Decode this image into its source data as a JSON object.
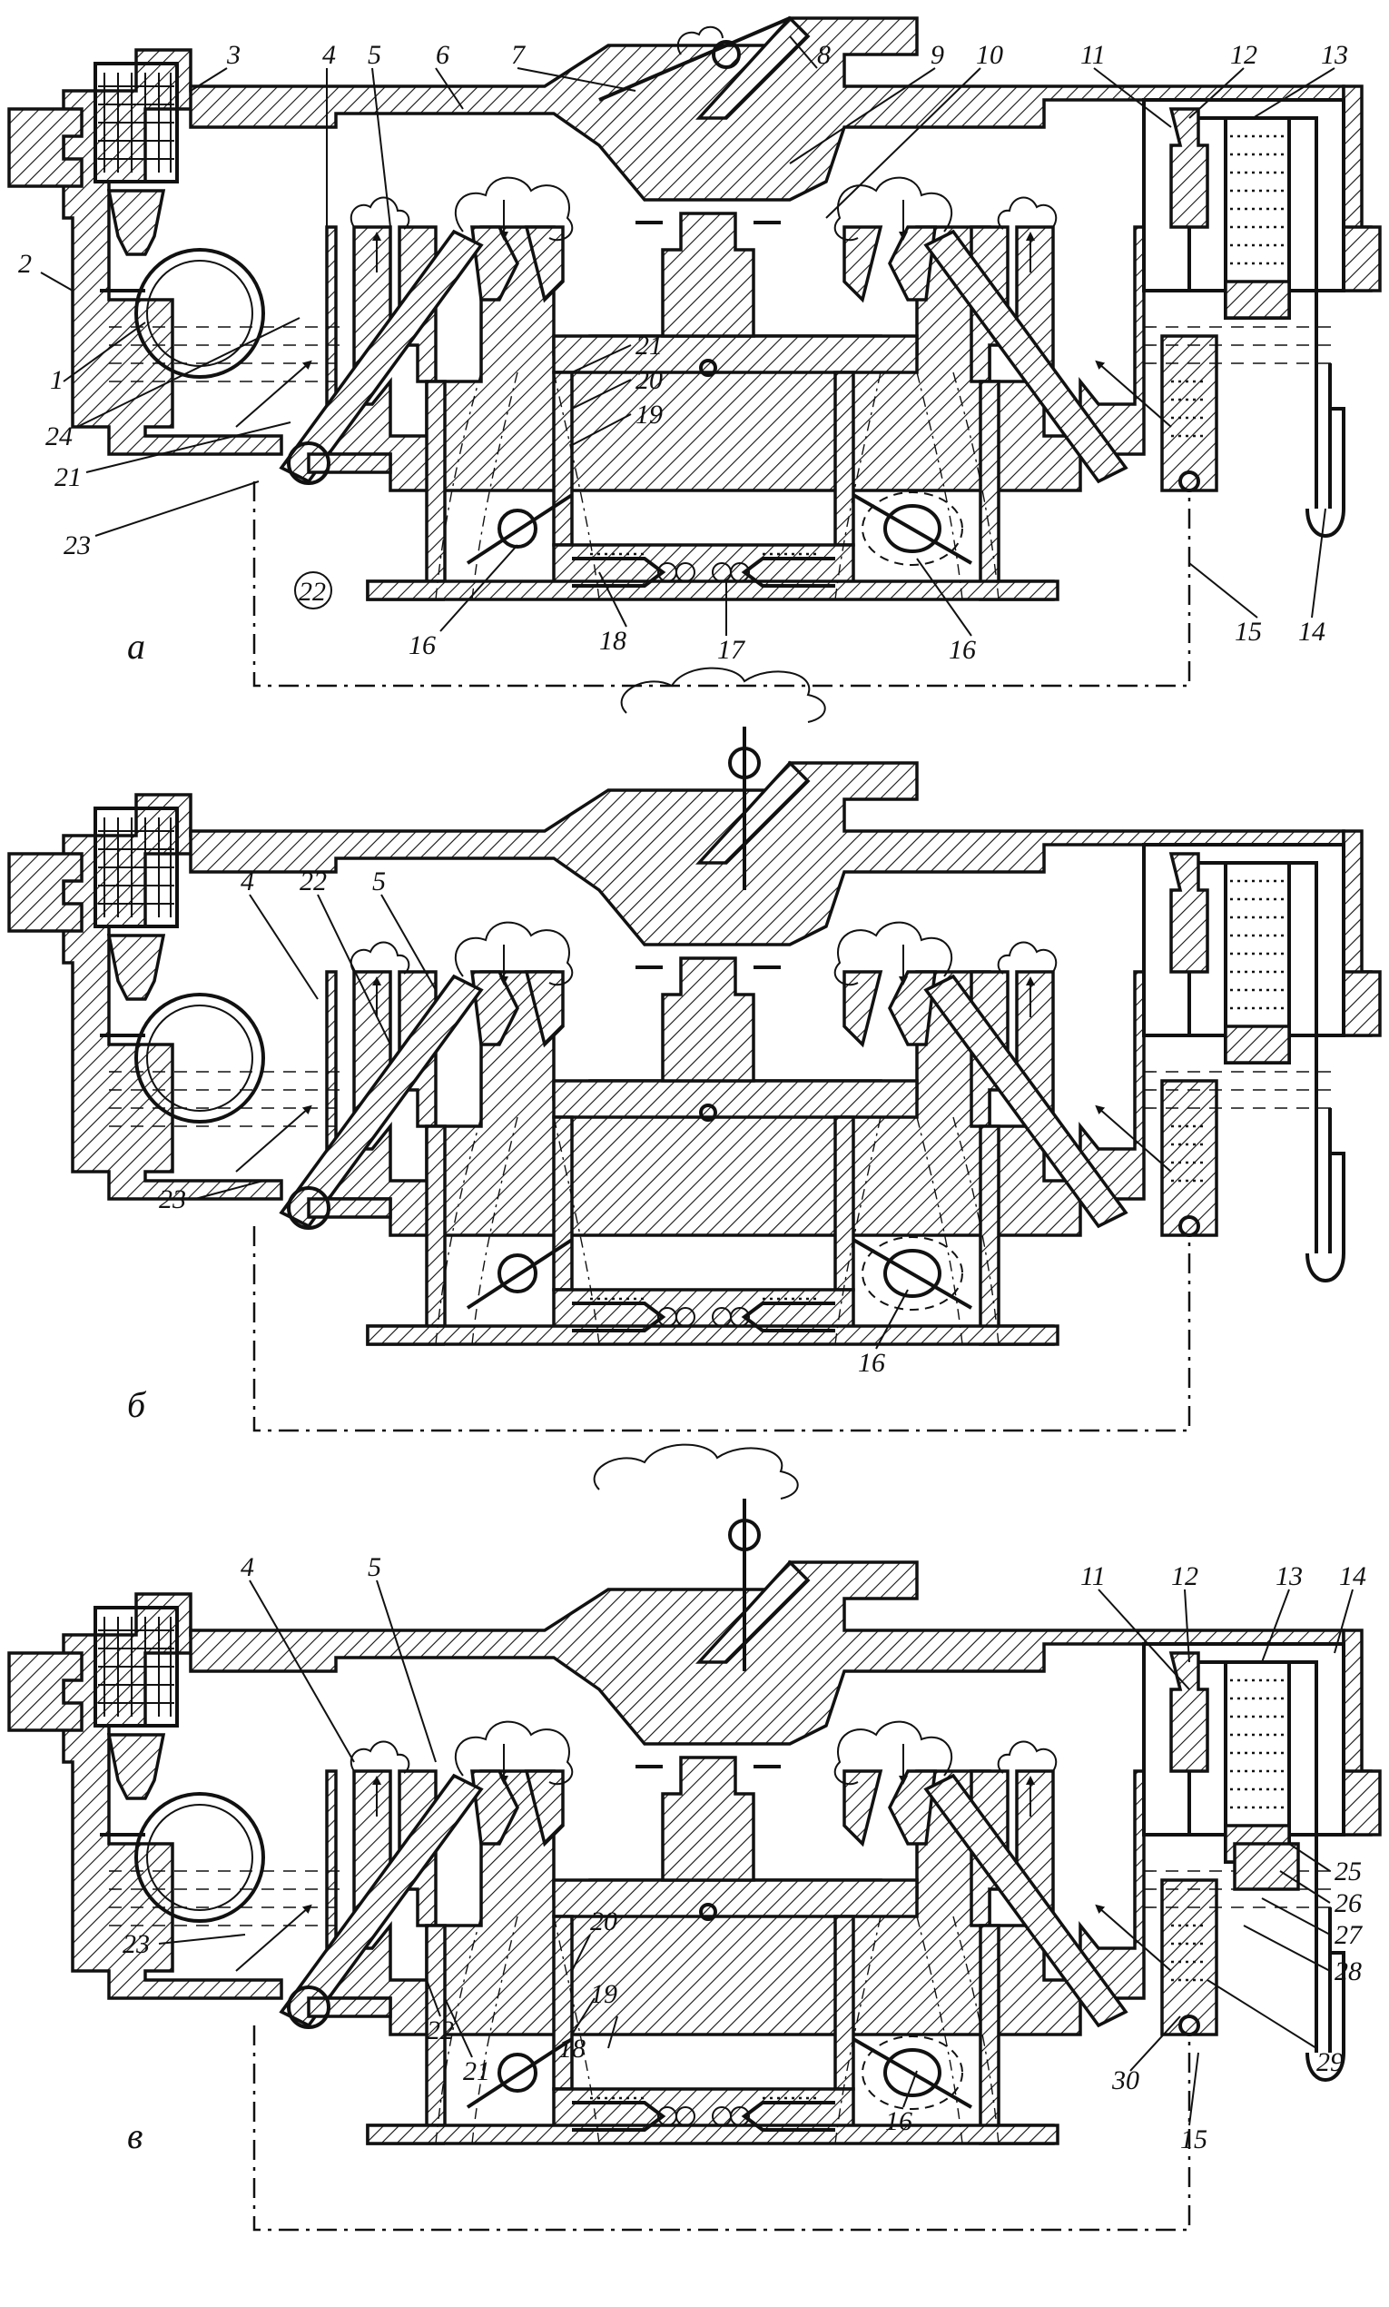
{
  "panels": [
    {
      "id": "a",
      "letter": "а",
      "labels": {
        "l1": "1",
        "l2": "2",
        "l3": "3",
        "l4": "4",
        "l5": "5",
        "l6": "6",
        "l7": "7",
        "l8": "8",
        "l9": "9",
        "l10": "10",
        "l11": "11",
        "l12": "12",
        "l13": "13",
        "l14": "14",
        "l15": "15",
        "l16a": "16",
        "l16b": "16",
        "l17": "17",
        "l18": "18",
        "l19": "19",
        "l20": "20",
        "l21a": "21",
        "l21b": "21",
        "l22": "22",
        "l23": "23",
        "l24": "24"
      }
    },
    {
      "id": "b",
      "letter": "б",
      "labels": {
        "l4": "4",
        "l22": "22",
        "l5": "5",
        "l23": "23",
        "l16": "16"
      }
    },
    {
      "id": "c",
      "letter": "в",
      "labels": {
        "l4": "4",
        "l5": "5",
        "l11": "11",
        "l12": "12",
        "l13": "13",
        "l14": "14",
        "l25": "25",
        "l26": "26",
        "l27": "27",
        "l28": "28",
        "l29": "29",
        "l30": "30",
        "l15": "15",
        "l16": "16",
        "l18": "18",
        "l19": "19",
        "l20": "20",
        "l21": "21",
        "l22": "22",
        "l23": "23"
      }
    }
  ]
}
